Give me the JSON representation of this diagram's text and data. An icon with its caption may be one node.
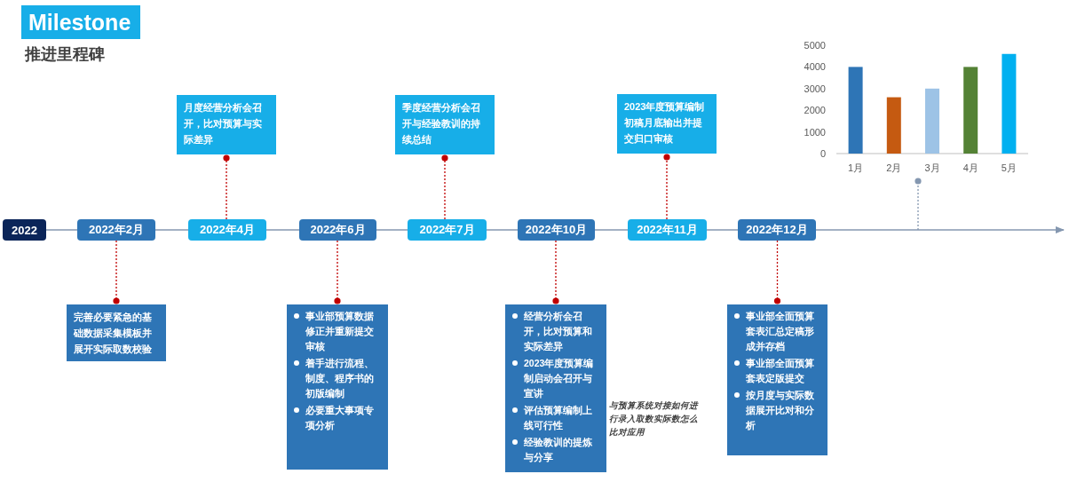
{
  "diagram": {
    "title": "Milestone",
    "nodes": [
      {
        "text": [
          "2022"
        ]
      },
      {
        "text": [
          "2022年2月"
        ]
      },
      {
        "text": [
          "2022年4月"
        ]
      },
      {
        "text": [
          "2022年6月"
        ]
      },
      {
        "text": [
          "2022年7月"
        ]
      },
      {
        "text": [
          "2022年10月"
        ]
      },
      {
        "text": [
          "2022年11月"
        ]
      },
      {
        "text": [
          "2022年12月"
        ]
      },
      {
        "text": [
          "月度经营分析会召开，比对预算与实际差异"
        ]
      },
      {
        "text": [
          "季度经营分析会召开与经验教训的持续总结"
        ]
      },
      {
        "text": [
          "2023年度预算编制初稿月底输出并提交归口审核"
        ]
      },
      {
        "text": [
          "完善必要紧急的基础数据采集模板并展开实际取数校验"
        ]
      },
      {
        "text": [
          "事业部预算数据修正并重新提交审核",
          "着手进行流程、制度、程序书的初版编制",
          "必要重大事项专项分析"
        ]
      },
      {
        "text": [
          "经营分析会召开，比对预算和实际差异",
          "2023年度预算编制启动会召开与宣讲",
          "评估预算编制上线可行性",
          "经验教训的提炼与分享"
        ],
        "beside": [
          "与预算系统对接如何进行录入取数实际数怎么比对应用"
        ]
      },
      {
        "text": [
          "事业部全面预算套表汇总定稿形成并存档",
          "事业部全面预算套表定版提交",
          "按月度与实际数据展开比对和分析"
        ]
      },
      {
        "text": [],
        "shape": "picture"
      }
    ],
    "edges": [
      {
        "from": 0,
        "to": 1,
        "arrow": "none"
      },
      {
        "from": 1,
        "to": 2,
        "arrow": "none"
      },
      {
        "from": 2,
        "to": 3,
        "arrow": "none"
      },
      {
        "from": 3,
        "to": 4,
        "arrow": "none"
      },
      {
        "from": 4,
        "to": 5,
        "arrow": "none"
      },
      {
        "from": 5,
        "to": 6,
        "arrow": "none"
      },
      {
        "from": 6,
        "to": 7,
        "arrow": "none"
      },
      {
        "from": 7,
        "to": null,
        "arrow": "to"
      },
      {
        "from": 2,
        "to": 8,
        "arrow": "other",
        "style": "dashed",
        "color": "#c00000"
      },
      {
        "from": 4,
        "to": 9,
        "arrow": "other",
        "style": "dashed",
        "color": "#c00000"
      },
      {
        "from": 6,
        "to": 10,
        "arrow": "other",
        "style": "dashed",
        "color": "#c00000"
      },
      {
        "from": 1,
        "to": 11,
        "arrow": "other",
        "style": "dashed",
        "color": "#c00000"
      },
      {
        "from": 3,
        "to": 12,
        "arrow": "other",
        "style": "dashed",
        "color": "#c00000"
      },
      {
        "from": 5,
        "to": 13,
        "arrow": "other",
        "style": "dashed",
        "color": "#c00000"
      },
      {
        "from": 7,
        "to": 14,
        "arrow": "other",
        "style": "dashed",
        "color": "#c00000"
      },
      {
        "from": null,
        "to": 15,
        "arrow": "other",
        "style": "dashed"
      }
    ],
    "labels": [
      "推进里程碑"
    ],
    "chart_data": {
      "type": "bar",
      "categories": [
        "1月",
        "2月",
        "3月",
        "4月",
        "5月"
      ],
      "yticks": [
        0,
        1000,
        2000,
        3000,
        4000,
        5000
      ],
      "ylim": [
        0,
        5000
      ],
      "series": [
        {
          "color": "#2e75b6",
          "values": [
            4000,
            null,
            null,
            null,
            null
          ]
        },
        {
          "color": "#c55a11",
          "values": [
            null,
            2600,
            null,
            null,
            null
          ]
        },
        {
          "color": "#9dc3e6",
          "values": [
            null,
            null,
            3000,
            null,
            null
          ]
        },
        {
          "color": "#548235",
          "values": [
            null,
            null,
            null,
            4000,
            null
          ]
        },
        {
          "color": "#00b0f0",
          "values": [
            null,
            null,
            null,
            null,
            4600
          ]
        }
      ]
    }
  }
}
